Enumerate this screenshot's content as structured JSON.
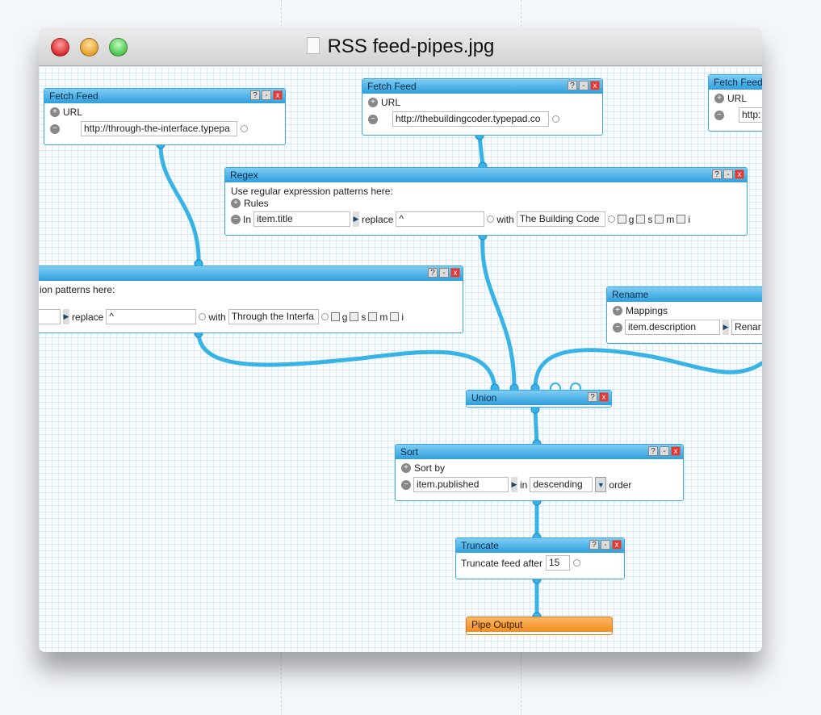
{
  "window": {
    "title": "RSS feed-pipes.jpg"
  },
  "modules": {
    "fetch1": {
      "title": "Fetch Feed",
      "url_label": "URL",
      "url": "http://through-the-interface.typepa"
    },
    "fetch2": {
      "title": "Fetch Feed",
      "url_label": "URL",
      "url": "http://thebuildingcoder.typepad.co"
    },
    "fetch3": {
      "title": "Fetch Feed",
      "url_label": "URL",
      "url": "http:"
    },
    "regex1": {
      "title": "Regex",
      "hint": "Use regular expression patterns here:",
      "rules": "Rules",
      "in": "In",
      "field": "item.title",
      "replace": "replace",
      "pattern": "^",
      "with": "with",
      "value": "The Building Code",
      "flags": [
        "g",
        "s",
        "m",
        "i"
      ]
    },
    "regex2": {
      "hint": "ion patterns here:",
      "replace": "replace",
      "pattern": "^",
      "with": "with",
      "value": "Through the Interfa",
      "flags": [
        "g",
        "s",
        "m",
        "i"
      ]
    },
    "rename": {
      "title": "Rename",
      "mappings": "Mappings",
      "field": "item.description",
      "value": "Renar"
    },
    "union": {
      "title": "Union"
    },
    "sort": {
      "title": "Sort",
      "sort_by": "Sort by",
      "field": "item.published",
      "in": "in",
      "order_value": "descending",
      "order": "order"
    },
    "truncate": {
      "title": "Truncate",
      "label": "Truncate feed after",
      "count": "15"
    },
    "output": {
      "title": "Pipe Output"
    }
  },
  "buttons": {
    "help": "?",
    "min": "-",
    "close": "x"
  },
  "colors": {
    "module": "#2e9fdc",
    "wire": "#38b3e6",
    "output": "#f28c1c"
  }
}
